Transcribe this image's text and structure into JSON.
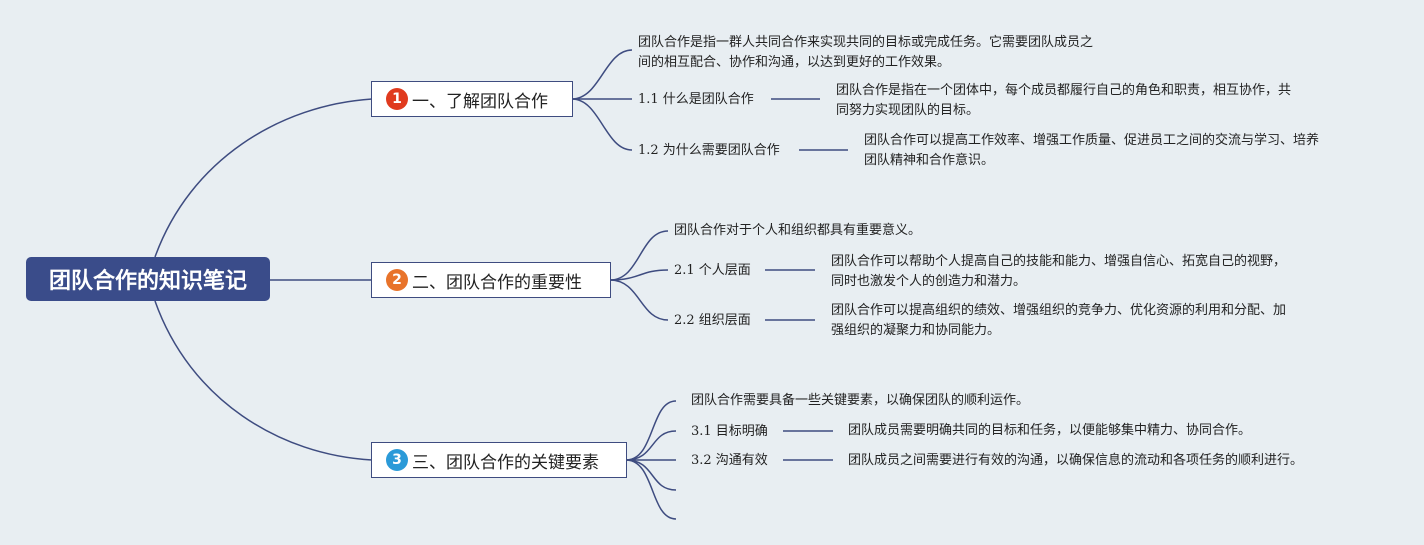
{
  "root": {
    "title": "团队合作的知识笔记"
  },
  "topics": [
    {
      "number": "1",
      "color": "#e03a1e",
      "label": "一、了解团队合作",
      "intro": [
        "团队合作是指一群人共同合作来实现共同的目标或完成任务。它需要团队成员之",
        "间的相互配合、协作和沟通，以达到更好的工作效果。"
      ],
      "subs": [
        {
          "label": "1.1 什么是团队合作",
          "detail": [
            "团队合作是指在一个团体中，每个成员都履行自己的角色和职责，相互协作，共",
            "同努力实现团队的目标。"
          ]
        },
        {
          "label": "1.2 为什么需要团队合作",
          "detail": [
            "团队合作可以提高工作效率、增强工作质量、促进员工之间的交流与学习、培养",
            "团队精神和合作意识。"
          ]
        }
      ]
    },
    {
      "number": "2",
      "color": "#e8732a",
      "label": "二、团队合作的重要性",
      "intro": [
        "团队合作对于个人和组织都具有重要意义。"
      ],
      "subs": [
        {
          "label": "2.1 个人层面",
          "detail": [
            "团队合作可以帮助个人提高自己的技能和能力、增强自信心、拓宽自己的视野，",
            "同时也激发个人的创造力和潜力。"
          ]
        },
        {
          "label": "2.2 组织层面",
          "detail": [
            "团队合作可以提高组织的绩效、增强组织的竞争力、优化资源的利用和分配、加",
            "强组织的凝聚力和协同能力。"
          ]
        }
      ]
    },
    {
      "number": "3",
      "color": "#2b9ad8",
      "label": "三、团队合作的关键要素",
      "intro": [
        "团队合作需要具备一些关键要素，以确保团队的顺利运作。"
      ],
      "subs": [
        {
          "label": "3.1 目标明确",
          "detail": [
            "团队成员需要明确共同的目标和任务，以便能够集中精力、协同合作。"
          ]
        },
        {
          "label": "3.2 沟通有效",
          "detail": [
            "团队成员之间需要进行有效的沟通，以确保信息的流动和各项任务的顺利进行。"
          ]
        }
      ]
    }
  ],
  "colors": {
    "line": "#3e4c80",
    "root_bg": "#3a4c8a",
    "background": "#e8eef2"
  }
}
